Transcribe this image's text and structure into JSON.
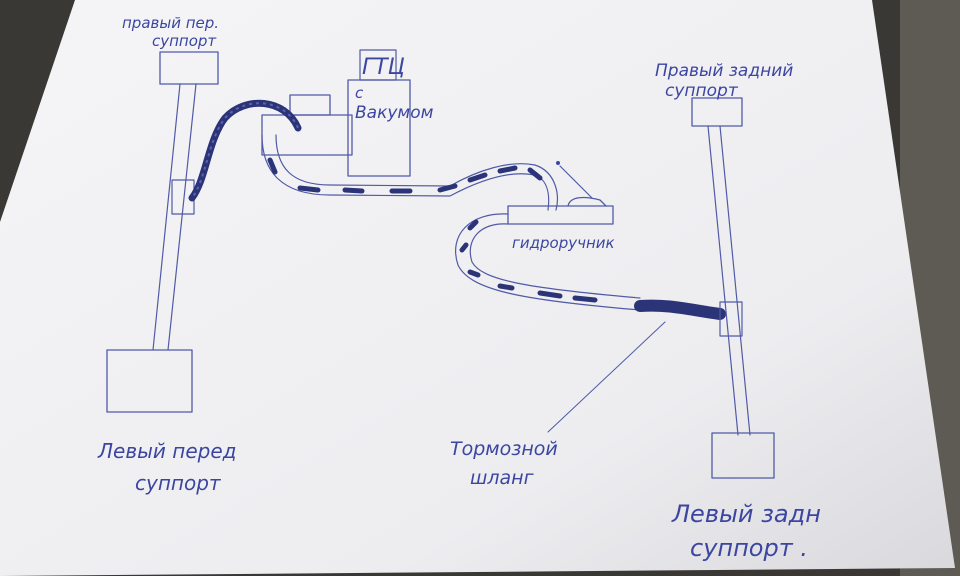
{
  "labels": {
    "front_right": [
      "правый пер.",
      "суппорт"
    ],
    "master_cylinder": [
      "ГТЦ",
      "с",
      "Вакумом"
    ],
    "rear_right": [
      "Правый задний",
      "суппорт"
    ],
    "front_left": [
      "Левый перед",
      "суппорт"
    ],
    "handbrake": "гидроручник",
    "brake_hose": [
      "Тормозной",
      "шланг"
    ],
    "rear_left": [
      "Левый задн",
      "суппорт ."
    ]
  },
  "colors": {
    "paper": "#f1f1f3",
    "ink": "#3c46a0",
    "hose_dark": "#2c3478"
  }
}
